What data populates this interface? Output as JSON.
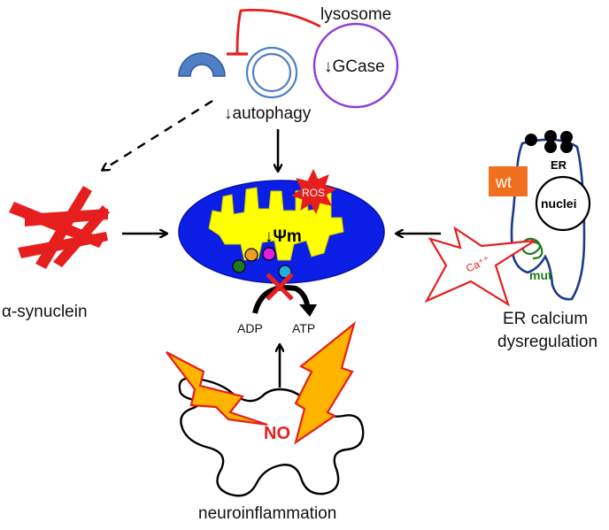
{
  "labels": {
    "lysosome": "lysosome",
    "gcase": "↓GCase",
    "autophagy": "↓autophagy",
    "ros": "ROS",
    "psi_m": "↓Ψm",
    "adp": "ADP",
    "atp": "ATP",
    "alpha_synuclein": "α-synuclein",
    "er": "ER",
    "wt": "wt",
    "nuclei": "nuclei",
    "calcium": "Ca⁺⁺",
    "mut": "mut",
    "er_calcium_line1": "ER calcium",
    "er_calcium_line2": "dysregulation",
    "no": "NO",
    "neuroinflammation": "neuroinflammation"
  },
  "colors": {
    "mitochondrion": "#0a1ee6",
    "cristae": "#ffff00",
    "inhibit_red": "#e61e1e",
    "lysosome_ring": "#8c3cdc",
    "autophagosome_blue": "#4f7fc4",
    "wt_orange": "#f07020",
    "mut_green": "#1e7a1e",
    "lightning_fill": "#ffb400",
    "lightning_edge": "#e61e1e",
    "er_outline": "#1e3a8c"
  }
}
